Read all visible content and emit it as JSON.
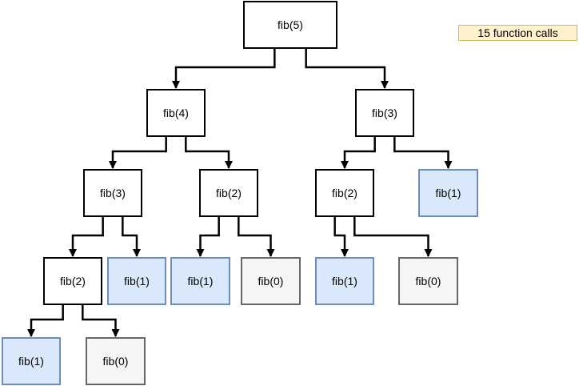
{
  "diagram": {
    "note": "15 function calls",
    "colors": {
      "inner_fill": "#ffffff",
      "inner_stroke": "#000000",
      "fib1_fill": "#dae8fc",
      "fib1_stroke": "#6c8ebf",
      "fib0_fill": "#f5f5f5",
      "fib0_stroke": "#666666",
      "note_fill": "#fff2cc",
      "note_stroke": "#d6b656"
    },
    "nodes": {
      "n5": "fib(5)",
      "n4": "fib(4)",
      "n3a": "fib(3)",
      "n3b": "fib(3)",
      "n2a": "fib(2)",
      "n2b": "fib(2)",
      "n2c": "fib(2)",
      "n1a": "fib(1)",
      "n1b": "fib(1)",
      "n1c": "fib(1)",
      "n1d": "fib(1)",
      "n1e": "fib(1)",
      "n0a": "fib(0)",
      "n0b": "fib(0)",
      "n0c": "fib(0)"
    },
    "edges": [
      [
        "n5",
        "n4"
      ],
      [
        "n5",
        "n3b"
      ],
      [
        "n4",
        "n3a"
      ],
      [
        "n4",
        "n2b"
      ],
      [
        "n3b",
        "n2c"
      ],
      [
        "n3b",
        "n1b"
      ],
      [
        "n3a",
        "n2a"
      ],
      [
        "n3a",
        "n1c"
      ],
      [
        "n2b",
        "n1d"
      ],
      [
        "n2b",
        "n0b"
      ],
      [
        "n2c",
        "n1e"
      ],
      [
        "n2c",
        "n0c"
      ],
      [
        "n2a",
        "n1a"
      ],
      [
        "n2a",
        "n0a"
      ]
    ]
  }
}
